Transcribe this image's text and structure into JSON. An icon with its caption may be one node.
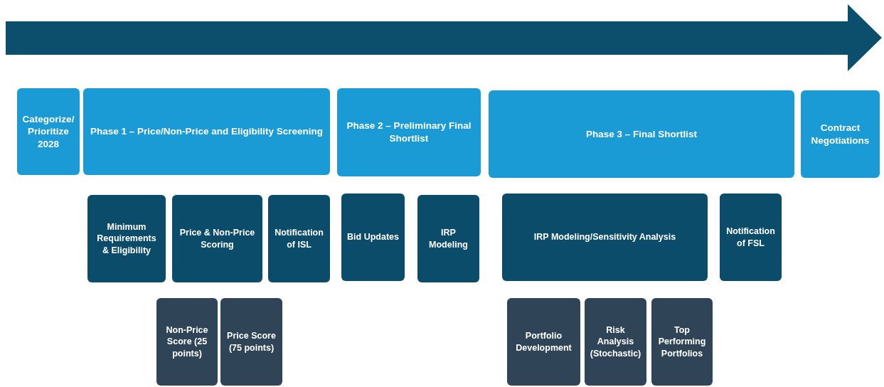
{
  "diagram": {
    "nodes": [
      {
        "text": [
          "Categorize/ Prioritize 2028"
        ]
      },
      {
        "text": [
          "Phase 1 – Price/Non-Price and Eligibility Screening"
        ]
      },
      {
        "text": [
          "Phase 2 – Preliminary Final Shortlist"
        ]
      },
      {
        "text": [
          "Phase 3 – Final Shortlist"
        ]
      },
      {
        "text": [
          "Contract Negotiations"
        ]
      },
      {
        "text": [
          "Minimum Requirements & Eligibility"
        ]
      },
      {
        "text": [
          "Price & Non-Price Scoring"
        ]
      },
      {
        "text": [
          "Notification of ISL"
        ]
      },
      {
        "text": [
          "Bid Updates"
        ]
      },
      {
        "text": [
          "IRP Modeling"
        ]
      },
      {
        "text": [
          "IRP Modeling/Sensitivity Analysis"
        ]
      },
      {
        "text": [
          "Notification of FSL"
        ]
      },
      {
        "text": [
          "Non-Price Score (25 points)"
        ]
      },
      {
        "text": [
          "Price Score (75 points)"
        ]
      },
      {
        "text": [
          "Portfolio Development"
        ]
      },
      {
        "text": [
          "Risk Analysis (Stochastic)"
        ]
      },
      {
        "text": [
          "Top Performing Portfolios"
        ]
      }
    ]
  }
}
